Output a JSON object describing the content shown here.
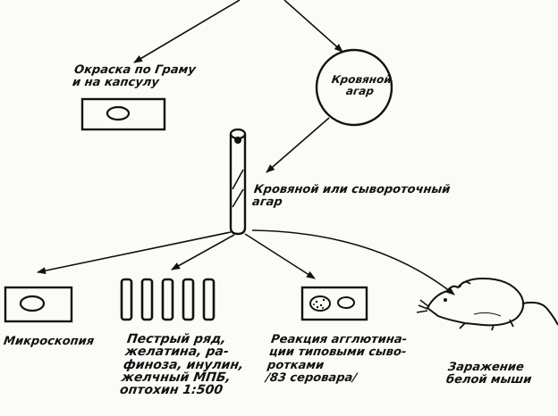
{
  "labels": {
    "gram_stain": "Окраска по Граму\nи на капсулу",
    "blood_agar_dish": "Кровяной\nагар",
    "tube_agar": "Кровяной или сывороточный\nагар",
    "microscopy": "Микроскопия",
    "biochem_series": "Пестрый ряд,\nжелатина, ра-\nфиноза, инулин,\nжелчный МПБ,\nоптохин 1:500",
    "agglutination": "Реакция агглютина-\nции типовыми сыво-\nротками\n/83 серовара/",
    "mouse_infection": "Заражение\nбелой мыши"
  },
  "icons": [
    "glass-slide-icon",
    "petri-dish-icon",
    "test-tube-icon",
    "test-tubes-icon",
    "mouse-icon"
  ],
  "colors": {
    "ink": "#111111",
    "paper": "#fbfbf8"
  }
}
